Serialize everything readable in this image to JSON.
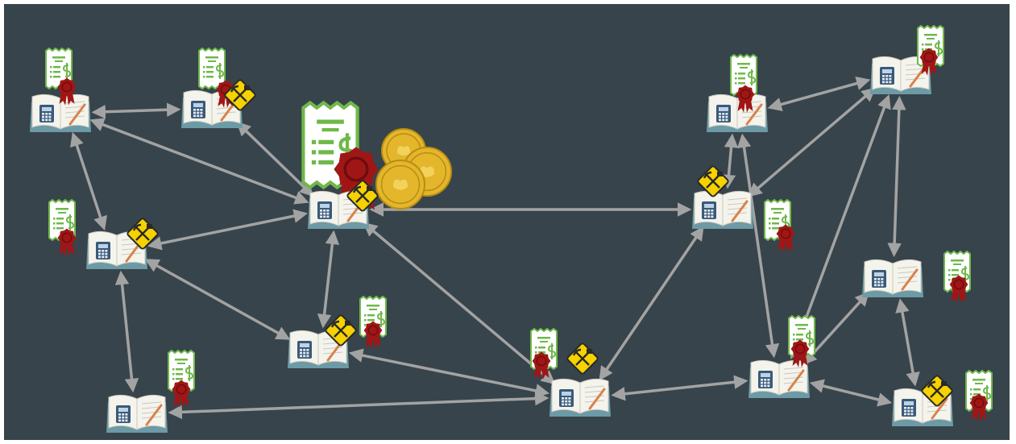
{
  "canvas": {
    "background": "#37444b"
  },
  "colors": {
    "edge": "#a3a3a3",
    "book_page": "#f4f4ec",
    "book_cover": "#6c9aa6",
    "calculator": "#3a5a7a",
    "pen": "#d9824b",
    "warning_sign": "#f5d200",
    "receipt_green": "#6fb84a",
    "seal_red": "#a01616",
    "coin_gold": "#e3b62c"
  },
  "icons": {
    "ledger": "ledger-book-icon",
    "receipt": "receipt-icon",
    "seal": "wax-seal-icon",
    "mining": "mining-sign-icon",
    "coins": "gold-coins-icon"
  },
  "network": {
    "nodes": [
      {
        "id": "n1",
        "receipt": true,
        "mining": false,
        "big": false
      },
      {
        "id": "n2",
        "receipt": true,
        "mining": true,
        "big": false
      },
      {
        "id": "n3",
        "receipt": true,
        "mining": true,
        "big": true
      },
      {
        "id": "n4",
        "receipt": true,
        "mining": true,
        "big": false
      },
      {
        "id": "n5",
        "receipt": true,
        "mining": true,
        "big": false
      },
      {
        "id": "n6",
        "receipt": true,
        "mining": false,
        "big": false
      },
      {
        "id": "n7",
        "receipt": true,
        "mining": true,
        "big": false
      },
      {
        "id": "n8",
        "receipt": true,
        "mining": true,
        "big": false
      },
      {
        "id": "n9",
        "receipt": true,
        "mining": false,
        "big": false
      },
      {
        "id": "n10",
        "receipt": true,
        "mining": false,
        "big": false
      },
      {
        "id": "n11",
        "receipt": true,
        "mining": false,
        "big": false
      },
      {
        "id": "n12",
        "receipt": true,
        "mining": false,
        "big": false
      },
      {
        "id": "n13",
        "receipt": true,
        "mining": true,
        "big": false
      }
    ],
    "edges": [
      [
        "n1",
        "n2"
      ],
      [
        "n1",
        "n3"
      ],
      [
        "n1",
        "n4"
      ],
      [
        "n2",
        "n3"
      ],
      [
        "n4",
        "n3"
      ],
      [
        "n3",
        "n5"
      ],
      [
        "n4",
        "n5"
      ],
      [
        "n4",
        "n6"
      ],
      [
        "n3",
        "n7"
      ],
      [
        "n5",
        "n7"
      ],
      [
        "n7",
        "n6"
      ],
      [
        "n3",
        "n8"
      ],
      [
        "n7",
        "n8"
      ],
      [
        "n8",
        "n9"
      ],
      [
        "n8",
        "n10"
      ],
      [
        "n9",
        "n10"
      ],
      [
        "n10",
        "n11"
      ],
      [
        "n9",
        "n12"
      ],
      [
        "n10",
        "n12"
      ],
      [
        "n7",
        "n12"
      ],
      [
        "n12",
        "n13"
      ],
      [
        "n11",
        "n13"
      ],
      [
        "n11",
        "n12"
      ]
    ]
  }
}
